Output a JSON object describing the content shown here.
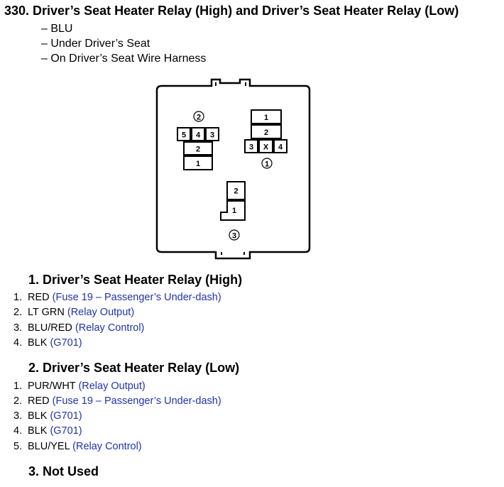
{
  "header": {
    "title": "330.  Driver’s Seat Heater Relay (High) and Driver’s Seat Heater Relay (Low)",
    "details": [
      "– BLU",
      "– Under Driver’s Seat",
      "– On Driver’s Seat Wire Harness"
    ]
  },
  "diagram": {
    "markers": [
      "2",
      "1",
      "3"
    ],
    "connector2_pins": [
      "5",
      "4",
      "3",
      "2",
      "1"
    ],
    "connector1_pins": [
      "1",
      "2",
      "3",
      "X",
      "4"
    ],
    "connector3_pins": [
      "2",
      "1"
    ]
  },
  "sections": [
    {
      "title": "1. Driver’s Seat Heater Relay (High)",
      "pins": [
        {
          "num": "1.",
          "wire": "RED",
          "desc": "(Fuse 19 – Passenger’s Under-dash)"
        },
        {
          "num": "2.",
          "wire": "LT GRN",
          "desc": "(Relay Output)"
        },
        {
          "num": "3.",
          "wire": "BLU/RED",
          "desc": "(Relay Control)"
        },
        {
          "num": "4.",
          "wire": "BLK",
          "desc": "(G701)"
        }
      ]
    },
    {
      "title": "2. Driver’s Seat Heater Relay (Low)",
      "pins": [
        {
          "num": "1.",
          "wire": "PUR/WHT",
          "desc": "(Relay Output)"
        },
        {
          "num": "2.",
          "wire": "RED",
          "desc": "(Fuse 19 – Passenger’s Under-dash)"
        },
        {
          "num": "3.",
          "wire": "BLK",
          "desc": "(G701)"
        },
        {
          "num": "4.",
          "wire": "BLK",
          "desc": "(G701)"
        },
        {
          "num": "5.",
          "wire": "BLU/YEL",
          "desc": "(Relay Control)"
        }
      ]
    },
    {
      "title": "3. Not Used",
      "pins": []
    }
  ]
}
